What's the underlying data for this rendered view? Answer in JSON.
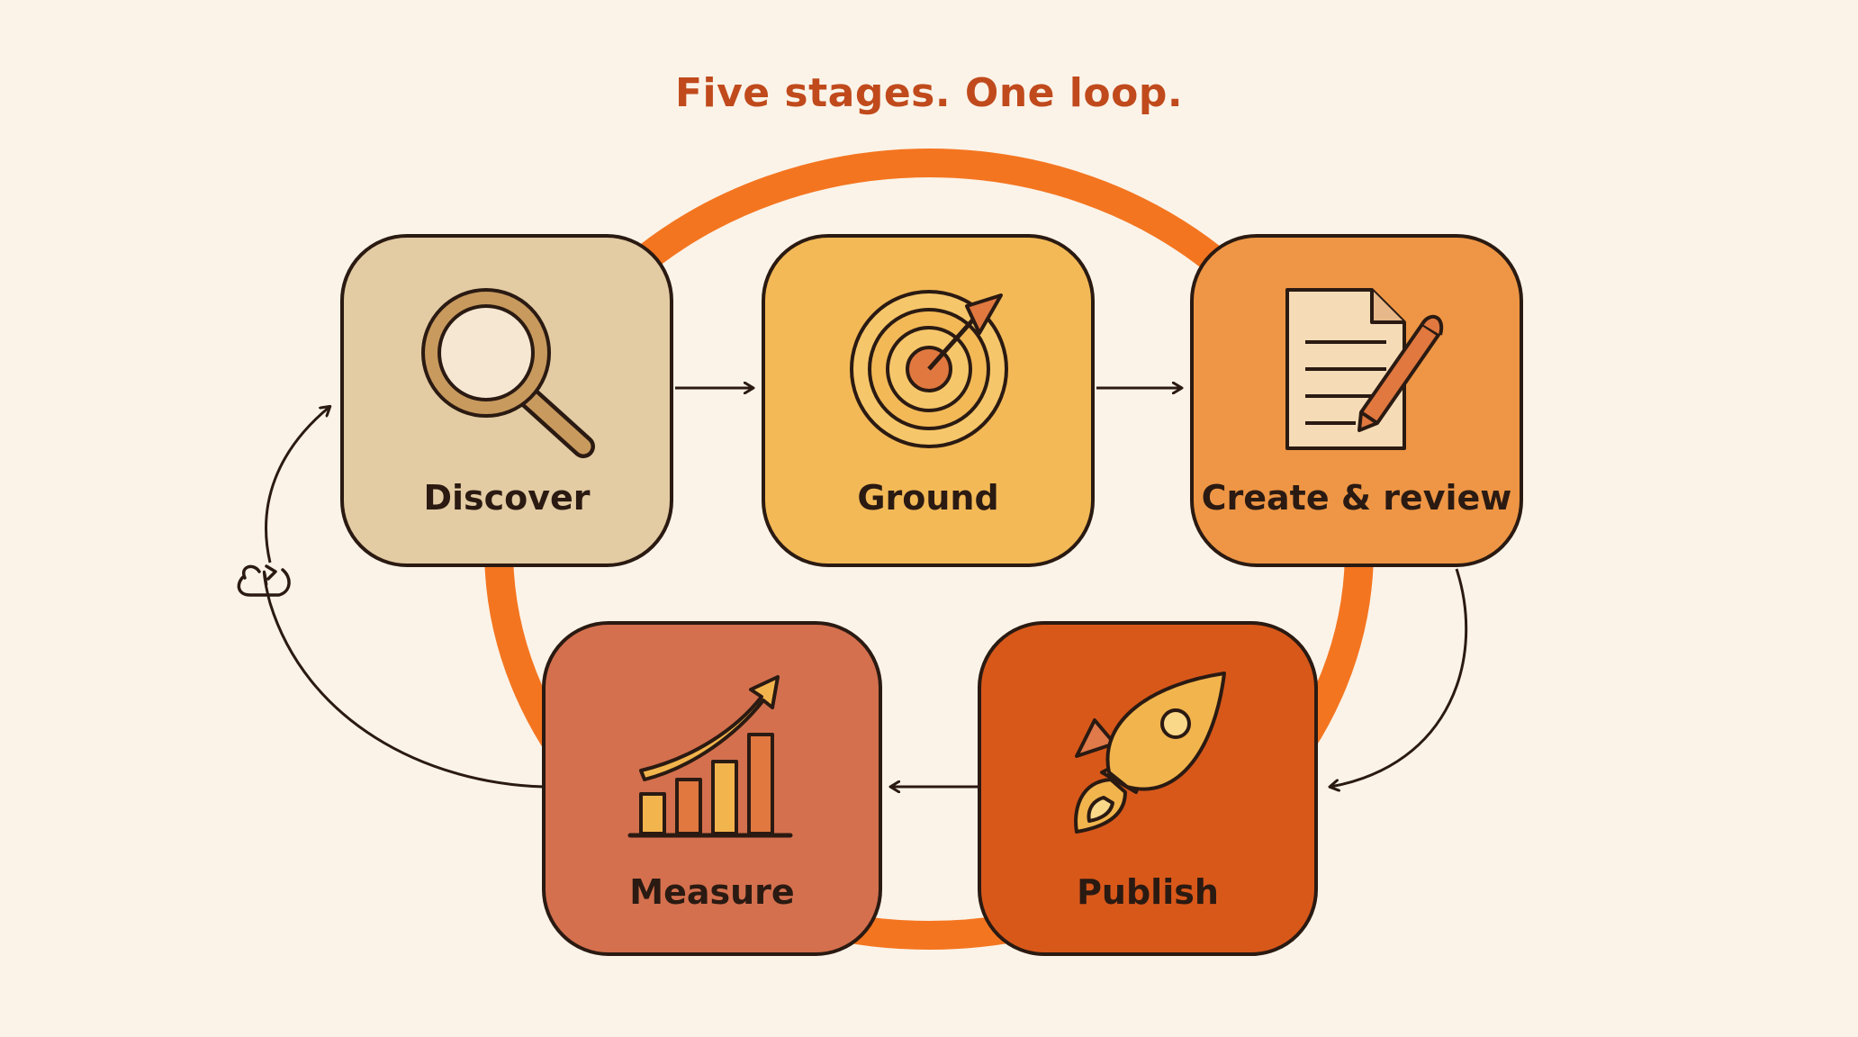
{
  "title": "Five stages. One loop.",
  "stages": [
    {
      "id": "discover",
      "label": "Discover",
      "color": "#e3cba3",
      "icon": "magnifying-glass-icon"
    },
    {
      "id": "ground",
      "label": "Ground",
      "color": "#f3b957",
      "icon": "target-icon"
    },
    {
      "id": "create",
      "label": "Create & review",
      "color": "#ee9645",
      "icon": "document-pen-icon"
    },
    {
      "id": "publish",
      "label": "Publish",
      "color": "#d8581a",
      "icon": "rocket-icon"
    },
    {
      "id": "measure",
      "label": "Measure",
      "color": "#d4704e",
      "icon": "growth-chart-icon"
    }
  ],
  "colors": {
    "loop_ring": "#f47520",
    "outline": "#2a1a12",
    "title": "#c04a1c",
    "background": "#fbf3e8"
  },
  "loop_icon": "refresh-loop-icon"
}
